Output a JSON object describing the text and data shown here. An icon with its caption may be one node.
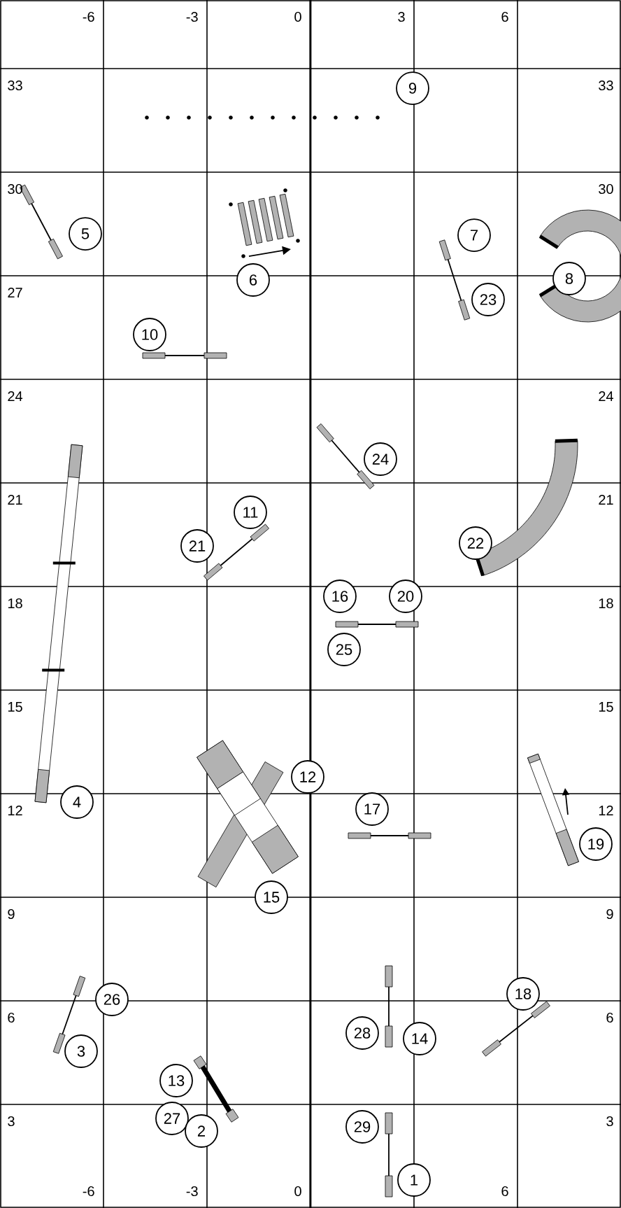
{
  "diagram": {
    "nodes": [
      {
        "text": [
          "9"
        ]
      },
      {
        "text": [
          "5"
        ]
      },
      {
        "text": [
          "7"
        ]
      },
      {
        "text": [
          "6"
        ]
      },
      {
        "text": [
          "8"
        ]
      },
      {
        "text": [
          "23"
        ]
      },
      {
        "text": [
          "10"
        ]
      },
      {
        "text": [
          "24"
        ]
      },
      {
        "text": [
          "11"
        ]
      },
      {
        "text": [
          "22"
        ]
      },
      {
        "text": [
          "21"
        ]
      },
      {
        "text": [
          "16"
        ]
      },
      {
        "text": [
          "20"
        ]
      },
      {
        "text": [
          "25"
        ]
      },
      {
        "text": [
          "12"
        ]
      },
      {
        "text": [
          "4"
        ]
      },
      {
        "text": [
          "17"
        ]
      },
      {
        "text": [
          "19"
        ]
      },
      {
        "text": [
          "15"
        ]
      },
      {
        "text": [
          "18"
        ]
      },
      {
        "text": [
          "26"
        ]
      },
      {
        "text": [
          "28"
        ]
      },
      {
        "text": [
          "14"
        ]
      },
      {
        "text": [
          "3"
        ]
      },
      {
        "text": [
          "13"
        ]
      },
      {
        "text": [
          "27"
        ]
      },
      {
        "text": [
          "2"
        ]
      },
      {
        "text": [
          "29"
        ]
      },
      {
        "text": [
          "1"
        ]
      }
    ],
    "labels": [
      "-6",
      "-3",
      "0",
      "3",
      "6",
      "33",
      "33",
      "30",
      "30",
      "27",
      "24",
      "24",
      "21",
      "21",
      "18",
      "18",
      "15",
      "15",
      "12",
      "12",
      "9",
      "9",
      "6",
      "6",
      "3",
      "3",
      "-6",
      "-3",
      "0",
      "6"
    ]
  }
}
